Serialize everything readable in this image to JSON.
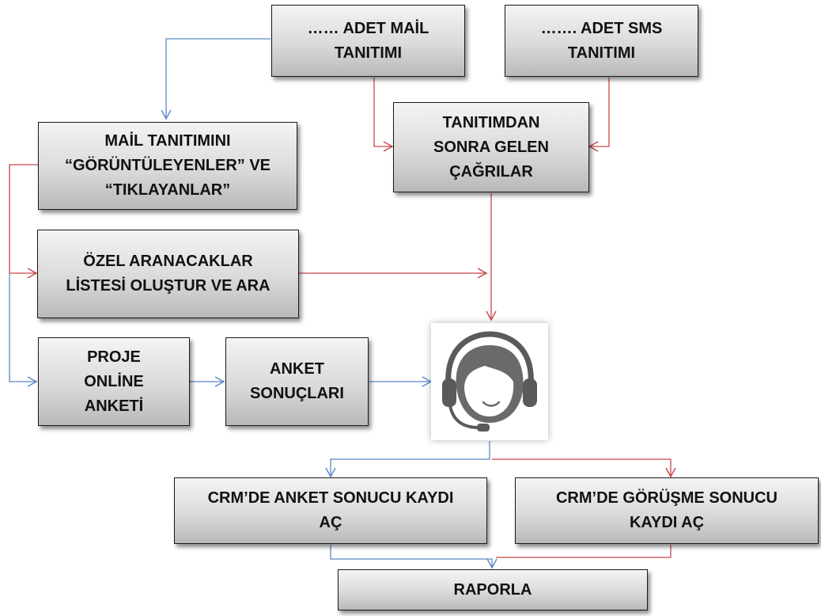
{
  "diagram": {
    "colors": {
      "blue_path": "#5b87c5",
      "red_path": "#c9474b",
      "box_border": "#1a1a1a",
      "box_fill_top": "#f4f4f4",
      "box_fill_bottom": "#b9b9b9"
    },
    "boxes": {
      "mail_promo": "…… ADET MAİL\nTANITIMI",
      "sms_promo": "……. ADET SMS\nTANITIMI",
      "mail_viewers": "MAİL TANITIMINI\n“GÖRÜNTÜLEYENLER” VE\n“TIKLAYANLAR”",
      "calls_after_promo": "TANITIMDAN\nSONRA GELEN\nÇAĞRILAR",
      "special_call_list": "ÖZEL ARANACAKLAR\nLİSTESİ OLUŞTUR VE ARA",
      "online_survey": "PROJE\nONLİNE\nANKETİ",
      "survey_results": "ANKET\nSONUÇLARI",
      "crm_survey_record": "CRM’DE ANKET SONUCU KAYDI\nAÇ",
      "crm_call_record": "CRM’DE GÖRÜŞME SONUCU\nKAYDI AÇ",
      "report": "RAPORLA"
    },
    "center_icon": "call-center-agent-icon"
  }
}
